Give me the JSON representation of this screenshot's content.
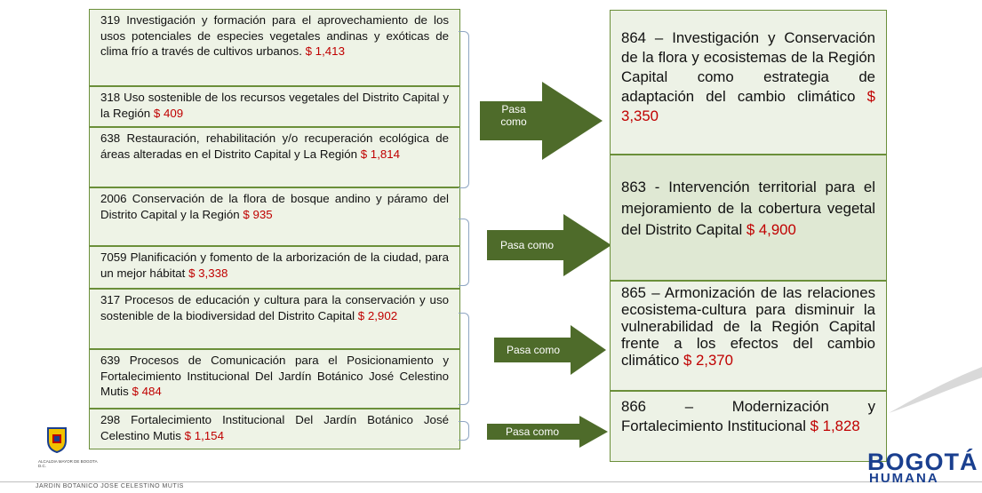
{
  "left_items": [
    {
      "text": "319  Investigación  y  formación  para  el aprovechamiento de los usos potenciales de especies vegetales andinas y exóticas de clima frío a través de cultivos urbanos.",
      "amount": "$ 1,413"
    },
    {
      "text": "318   Uso sostenible de los recursos vegetales del Distrito Capital y la Región",
      "amount": "$ 409"
    },
    {
      "text": "638        Restauración,    rehabilitación    y/o recuperación ecológica de áreas alteradas en el Distrito Capital  y La Región",
      "amount": "$ 1,814"
    },
    {
      "text": "2006    Conservación de la flora de bosque andino y páramo del Distrito Capital y  la Región",
      "amount": "$ 935"
    },
    {
      "text": "7059  Planificación y fomento de la arborización de la ciudad, para un mejor hábitat",
      "amount": "$ 3,338"
    },
    {
      "text": "317   Procesos de educación y cultura para la conservación    y    uso    sostenible    de    la biodiversidad del Distrito Capital",
      "amount": "$ 2,902"
    },
    {
      "text": "639      Procesos de Comunicación para el Posicionamiento  y Fortalecimiento Institucional Del Jardín Botánico José Celestino  Mutis",
      "amount": "$ 484"
    },
    {
      "text": "298    Fortalecimiento Institucional Del Jardín Botánico José Celestino Mutis",
      "amount": "$ 1,154"
    }
  ],
  "right_items": [
    {
      "text": "864      –      Investigación      y Conservación de la flora y ecosistemas de la Región Capital como estrategia de adaptación      del      cambio climático",
      "amount": "$ 3,350"
    },
    {
      "text": "863 - Intervención territorial para el mejoramiento de la cobertura vegetal del Distrito Capital",
      "amount": "$ 4,900"
    },
    {
      "text": "865 – Armonización de las relaciones ecosistema-cultura para            disminuir            la vulnerabilidad de la Región Capital frente a los efectos del cambio climático",
      "amount": "$ 2,370"
    },
    {
      "text": "866      –      Modernización      y Fortalecimiento Institucional",
      "amount": "$ 1,828"
    }
  ],
  "arrows": [
    {
      "label": "Pasa como"
    },
    {
      "label": "Pasa como"
    },
    {
      "label": "Pasa como"
    },
    {
      "label": "Pasa como"
    }
  ],
  "footer": {
    "institution": "JARDIN BOTANICO JOSE CELESTINO MUTIS",
    "seal_caption": "ALCALDIA MAYOR DE BOGOTA D.C.",
    "logo_top": "BOGOTÁ",
    "logo_bottom": "HUMANA"
  },
  "colors": {
    "box_border": "#6b8f3a",
    "box_fill": "#eef3e6",
    "arrow_fill": "#4e6b2a",
    "amount": "#c00000",
    "bracket": "#8fa6c2",
    "logo": "#1a3f8f"
  }
}
